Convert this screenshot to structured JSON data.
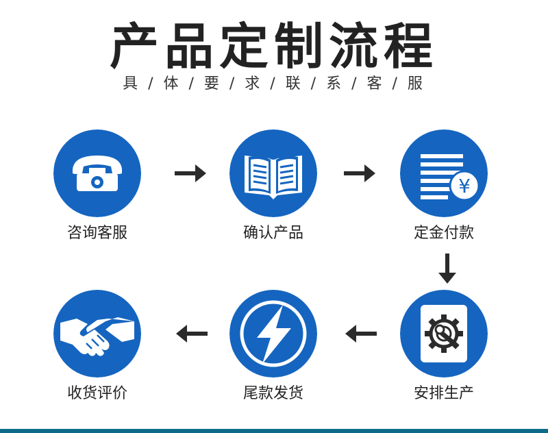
{
  "header": {
    "title": "产品定制流程",
    "subtitle": "具 / 体 / 要 / 求 / 联 / 系 / 客 / 服"
  },
  "colors": {
    "primary_blue": "#1565c0",
    "dark_text": "#222222",
    "arrow": "#2b2b2b",
    "bottom_line": "#0d6b8a"
  },
  "steps": [
    {
      "label": "咨询客服",
      "icon": "telephone-icon"
    },
    {
      "label": "确认产品",
      "icon": "open-book-icon"
    },
    {
      "label": "定金付款",
      "icon": "document-yuan-icon",
      "currency_symbol": "¥"
    },
    {
      "label": "安排生产",
      "icon": "gear-wrench-icon"
    },
    {
      "label": "尾款发货",
      "icon": "lightning-icon"
    },
    {
      "label": "收货评价",
      "icon": "handshake-icon"
    }
  ]
}
